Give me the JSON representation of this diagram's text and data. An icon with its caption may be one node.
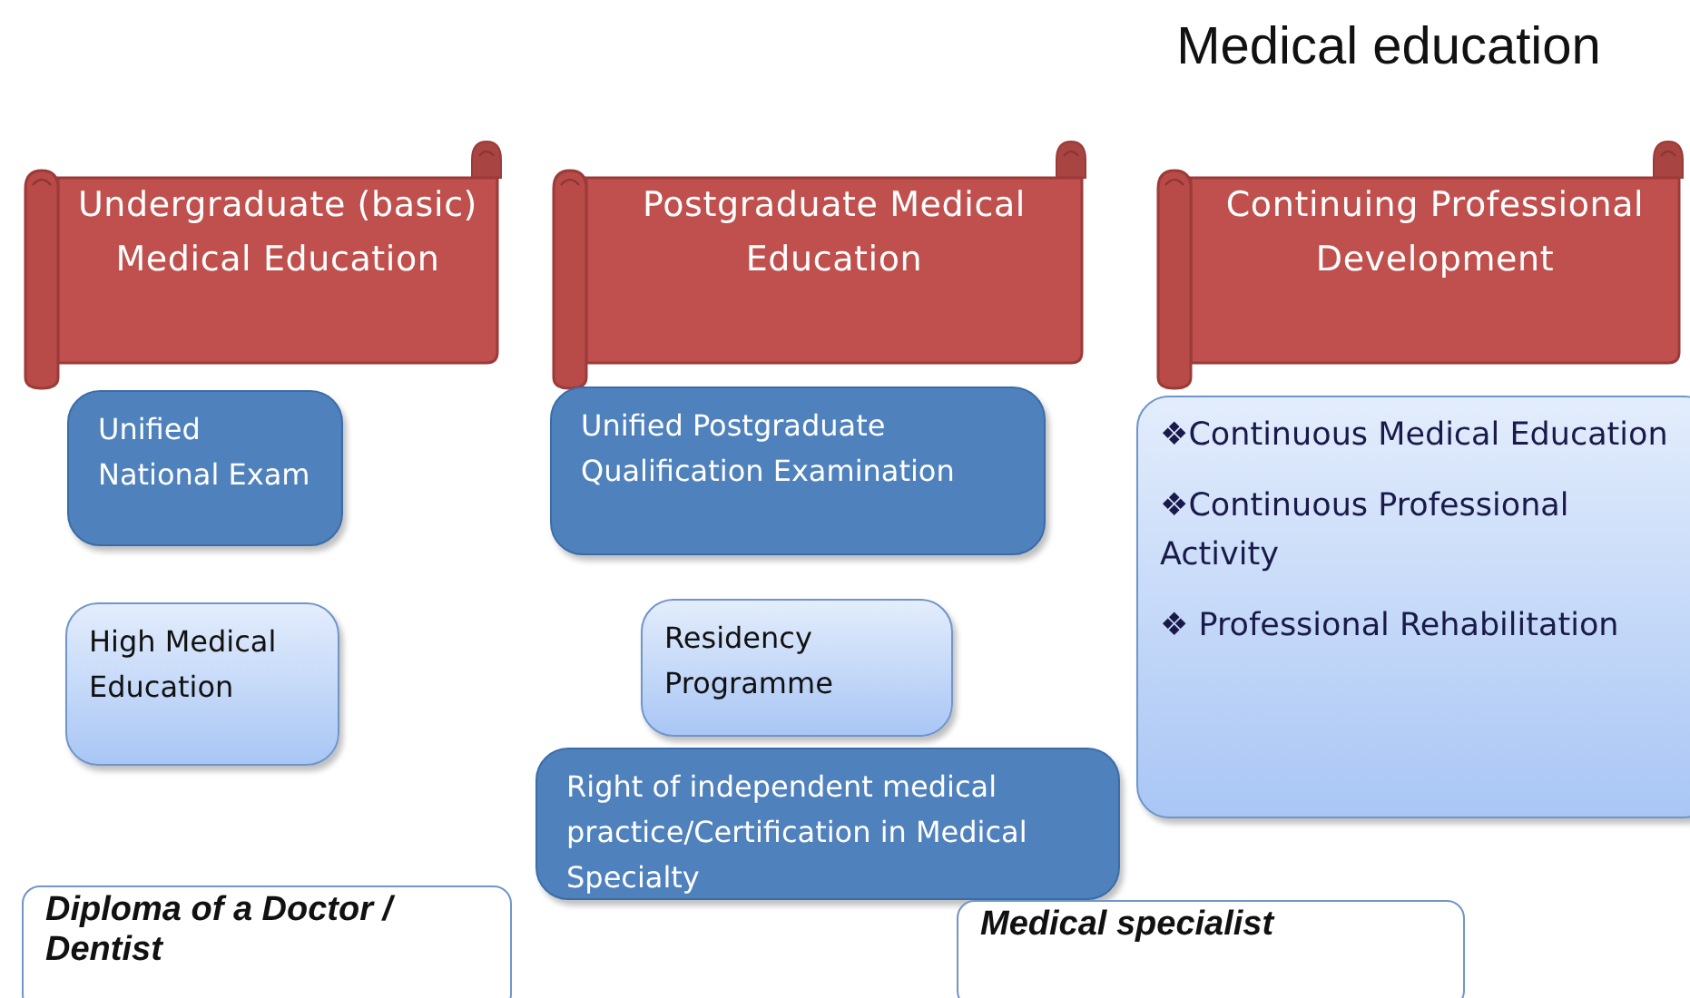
{
  "diagram": {
    "title": "Medical education",
    "nodes": [
      {
        "text": [
          "Undergraduate (basic) Medical Education"
        ]
      },
      {
        "text": [
          "Postgraduate Medical Education"
        ]
      },
      {
        "text": [
          "Continuing Professional Development"
        ]
      },
      {
        "text": [
          "Unified National Exam"
        ]
      },
      {
        "text": [
          "High Medical Education"
        ]
      },
      {
        "text": [
          "Diploma  of a Doctor / Dentist"
        ]
      },
      {
        "text": [
          "Unified Postgraduate Qualification Examination"
        ]
      },
      {
        "text": [
          "Residency Programme"
        ]
      },
      {
        "text": [
          "Right of independent medical practice/Certification in Medical Specialty"
        ]
      },
      {
        "text": [
          "Medical specialist"
        ]
      },
      {
        "text": [
          "❖Continuous Medical Education",
          "❖Continuous Professional Activity",
          "❖  Professional Rehabilitation"
        ]
      }
    ]
  }
}
